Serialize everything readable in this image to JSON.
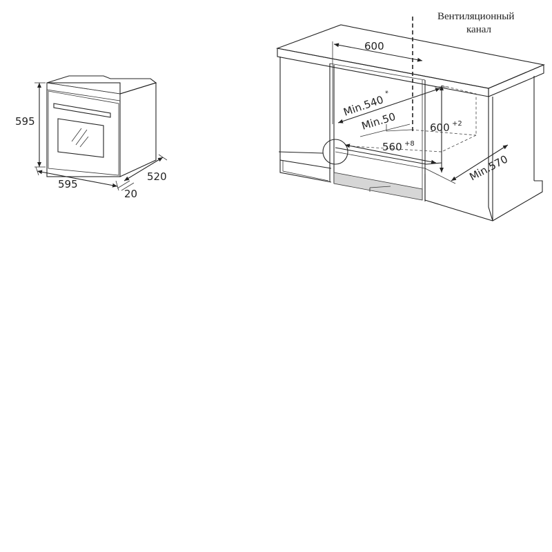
{
  "oven": {
    "height": "595",
    "width": "595",
    "depth": "520",
    "door": "20"
  },
  "niche": {
    "counter_width": "600",
    "min_width": "Min.540",
    "min_width_mark": "*",
    "min_vent": "Min.50",
    "niche_height": "600",
    "niche_height_tol": "+2",
    "niche_width": "560",
    "niche_width_tol": "+8",
    "min_depth": "Min.570"
  },
  "vent_note": {
    "line1": "Вентиляционный",
    "line2": "канал"
  }
}
